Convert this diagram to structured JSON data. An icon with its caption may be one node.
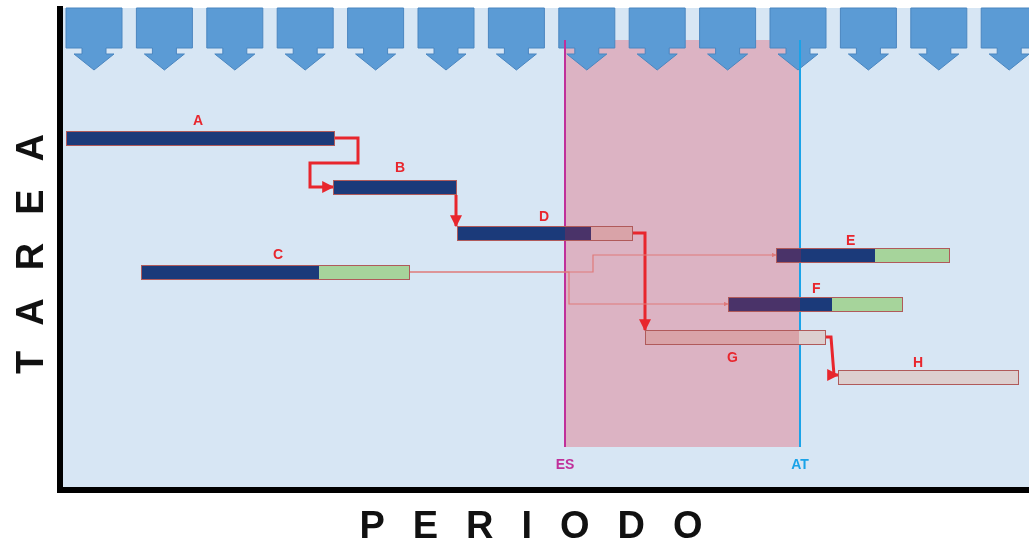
{
  "diagram": {
    "nodes": [
      {
        "text": [
          "A"
        ]
      },
      {
        "text": [
          "B"
        ]
      },
      {
        "text": [
          "C"
        ]
      },
      {
        "text": [
          "D"
        ]
      },
      {
        "text": [
          "E"
        ]
      },
      {
        "text": [
          "F"
        ]
      },
      {
        "text": [
          "G"
        ]
      },
      {
        "text": [
          "H"
        ]
      }
    ],
    "edges": [
      {
        "from": 0,
        "to": 1,
        "arrow": "to"
      },
      {
        "from": 1,
        "to": 3,
        "arrow": "to"
      },
      {
        "from": 3,
        "to": 6,
        "arrow": "to"
      },
      {
        "from": 6,
        "to": 7,
        "arrow": "to"
      },
      {
        "from": 2,
        "to": 4,
        "arrow": "to",
        "color": "#e07a7a"
      },
      {
        "from": 2,
        "to": 5,
        "arrow": "to",
        "color": "#e07a7a"
      }
    ],
    "labels": [
      "TAREA",
      "ES",
      "AT",
      "PERIODO"
    ]
  }
}
